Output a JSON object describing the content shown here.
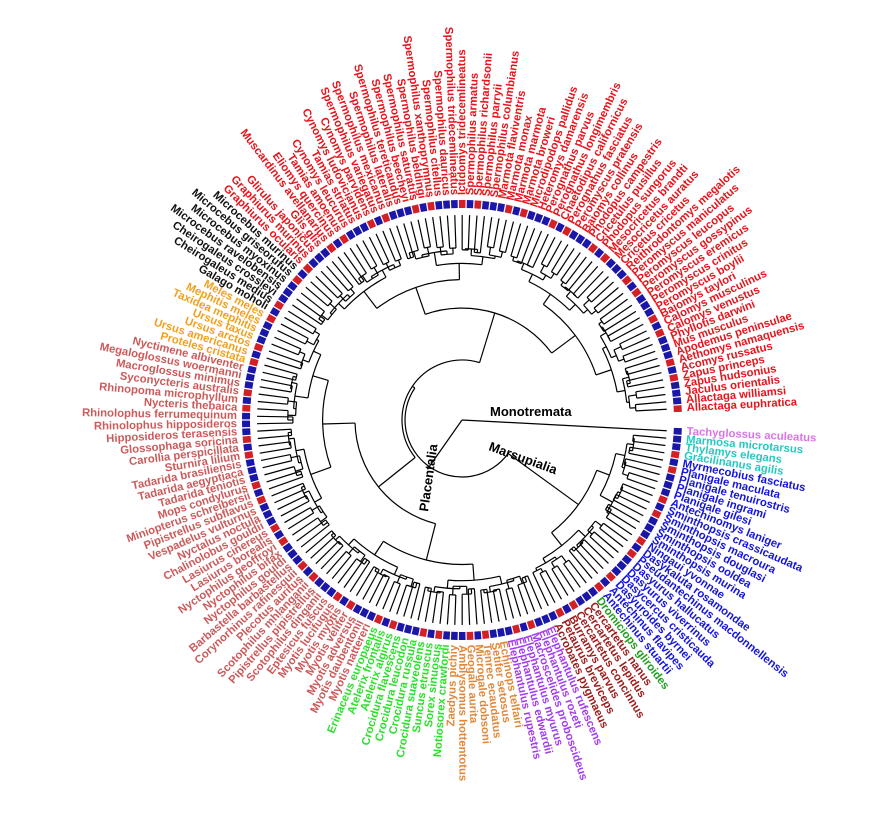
{
  "clades": {
    "monotremata": "Monotremata",
    "marsupialia": "Marsupialia",
    "placentalia": "Placentalia"
  },
  "colors": {
    "rodent": "#e8141c",
    "primate": "#111111",
    "carnivore": "#f2a01c",
    "bat": "#cd5a5a",
    "eulipotyphla": "#2ee02e",
    "afrotheria_a": "#e0893c",
    "afrotheria_b": "#a43cf0",
    "marsupial_a": "#9e1b1b",
    "marsupial_b": "#20a020",
    "dasyurid": "#1414e0",
    "didelphid": "#25c9c0",
    "monotreme": "#d974e6",
    "band_blue": "#1a16a8",
    "band_red": "#d32026"
  },
  "species": [
    {
      "name": "Tachyglossus aculeatus",
      "group": "monotreme"
    },
    {
      "name": "Marmosa microtarsus",
      "group": "didelphid"
    },
    {
      "name": "Thylamys elegans",
      "group": "didelphid"
    },
    {
      "name": "Gracilinanus agilis",
      "group": "didelphid"
    },
    {
      "name": "Myrmecobius fasciatus",
      "group": "dasyurid"
    },
    {
      "name": "Planigale maculata",
      "group": "dasyurid"
    },
    {
      "name": "Planigale tenuirostris",
      "group": "dasyurid"
    },
    {
      "name": "Planigale ingrami",
      "group": "dasyurid"
    },
    {
      "name": "Planigale gilesi",
      "group": "dasyurid"
    },
    {
      "name": "Antechinomys laniger",
      "group": "dasyurid"
    },
    {
      "name": "Sminthopsis crassicaudata",
      "group": "dasyurid"
    },
    {
      "name": "Sminthopsis macroura",
      "group": "dasyurid"
    },
    {
      "name": "Sminthopsis douglasi",
      "group": "dasyurid"
    },
    {
      "name": "Sminthopsis ooldea",
      "group": "dasyurid"
    },
    {
      "name": "Sminthopsis murina",
      "group": "dasyurid"
    },
    {
      "name": "Ningaui yvonnae",
      "group": "dasyurid"
    },
    {
      "name": "Dasykaluta rosamondae",
      "group": "dasyurid"
    },
    {
      "name": "Pseudantechinus macdonnellensis",
      "group": "dasyurid"
    },
    {
      "name": "Dasyurus hallucatus",
      "group": "dasyurid"
    },
    {
      "name": "Dasyurus viverrinus",
      "group": "dasyurid"
    },
    {
      "name": "Dasycercus cristicauda",
      "group": "dasyurid"
    },
    {
      "name": "Dasyuroides byrnei",
      "group": "dasyurid"
    },
    {
      "name": "Antechinus flavipes",
      "group": "dasyurid"
    },
    {
      "name": "Antechinus stuartii",
      "group": "dasyurid"
    },
    {
      "name": "Dromiciops gliroides",
      "group": "marsupial_b"
    },
    {
      "name": "Cercartetus nanus",
      "group": "marsupial_a"
    },
    {
      "name": "Cercartetus lepidus",
      "group": "marsupial_a"
    },
    {
      "name": "Cercartetus concinnus",
      "group": "marsupial_a"
    },
    {
      "name": "Burramys parvus",
      "group": "marsupial_a"
    },
    {
      "name": "Petaurus breviceps",
      "group": "marsupial_a"
    },
    {
      "name": "Acrobates pygmaeus",
      "group": "marsupial_a"
    },
    {
      "name": "Elephantulus rufescens",
      "group": "afrotheria_b"
    },
    {
      "name": "Elephantulus rozeti",
      "group": "afrotheria_b"
    },
    {
      "name": "Macroscelides proboscideus",
      "group": "afrotheria_b"
    },
    {
      "name": "Elephantulus myurus",
      "group": "afrotheria_b"
    },
    {
      "name": "Elephantulus edwardii",
      "group": "afrotheria_b"
    },
    {
      "name": "Elephantulus rupestris",
      "group": "afrotheria_b"
    },
    {
      "name": "Echinops telfairi",
      "group": "afrotheria_a"
    },
    {
      "name": "Setifer setosus",
      "group": "afrotheria_a"
    },
    {
      "name": "Tenrec ecaudatus",
      "group": "afrotheria_a"
    },
    {
      "name": "Microgale dobsoni",
      "group": "afrotheria_a"
    },
    {
      "name": "Geogale aurita",
      "group": "afrotheria_a"
    },
    {
      "name": "Amblysomus hottentotus",
      "group": "afrotheria_a"
    },
    {
      "name": "Zaedyus pichiy",
      "group": "afrotheria_a"
    },
    {
      "name": "Notiosorex crawfordi",
      "group": "eulipotyphla"
    },
    {
      "name": "Sorex sinuosus",
      "group": "eulipotyphla"
    },
    {
      "name": "Suncus etruscus",
      "group": "eulipotyphla"
    },
    {
      "name": "Crocidura suaveolens",
      "group": "eulipotyphla"
    },
    {
      "name": "Crocidura russula",
      "group": "eulipotyphla"
    },
    {
      "name": "Crocidura leucodon",
      "group": "eulipotyphla"
    },
    {
      "name": "Crocidura flavescens",
      "group": "eulipotyphla"
    },
    {
      "name": "Atelerix algirus",
      "group": "eulipotyphla"
    },
    {
      "name": "Atelerix frontalis",
      "group": "eulipotyphla"
    },
    {
      "name": "Erinaceus europaeus",
      "group": "eulipotyphla"
    },
    {
      "name": "Myotis nattereri",
      "group": "bat"
    },
    {
      "name": "Myotis daubentonii",
      "group": "bat"
    },
    {
      "name": "Myotis adversus",
      "group": "bat"
    },
    {
      "name": "Myotis velifer",
      "group": "bat"
    },
    {
      "name": "Myotis myotis",
      "group": "bat"
    },
    {
      "name": "Myotis lucifugus",
      "group": "bat"
    },
    {
      "name": "Eptesicus fuscus",
      "group": "bat"
    },
    {
      "name": "Scotophilus dinganii",
      "group": "bat"
    },
    {
      "name": "Pipistrellus pipistrellus",
      "group": "bat"
    },
    {
      "name": "Scotophilus mhlanganii",
      "group": "bat"
    },
    {
      "name": "Plecotus auritus",
      "group": "bat"
    },
    {
      "name": "Corynorhinus rafinesquii",
      "group": "bat"
    },
    {
      "name": "Barbastella barbastellus",
      "group": "bat"
    },
    {
      "name": "Nyctophilus gouldi",
      "group": "bat"
    },
    {
      "name": "Nyctophilus bifax",
      "group": "bat"
    },
    {
      "name": "Nyctophilus geoffroyi",
      "group": "bat"
    },
    {
      "name": "Lasiurus borealis",
      "group": "bat"
    },
    {
      "name": "Lasiurus cinereus",
      "group": "bat"
    },
    {
      "name": "Chalinolobus gouldii",
      "group": "bat"
    },
    {
      "name": "Nyctalus noctula",
      "group": "bat"
    },
    {
      "name": "Vespadelus vulturnus",
      "group": "bat"
    },
    {
      "name": "Pipistrellus subflavus",
      "group": "bat"
    },
    {
      "name": "Miniopterus schreibersii",
      "group": "bat"
    },
    {
      "name": "Mops condylurus",
      "group": "bat"
    },
    {
      "name": "Tadarida teniotis",
      "group": "bat"
    },
    {
      "name": "Tadarida aegyptiaca",
      "group": "bat"
    },
    {
      "name": "Tadarida brasiliensis",
      "group": "bat"
    },
    {
      "name": "Sturnira lilium",
      "group": "bat"
    },
    {
      "name": "Carollia perspicillata",
      "group": "bat"
    },
    {
      "name": "Glossophaga soricina",
      "group": "bat"
    },
    {
      "name": "Hipposideros terasensis",
      "group": "bat"
    },
    {
      "name": "Rhinolophus hipposideros",
      "group": "bat"
    },
    {
      "name": "Rhinolophus ferrumequinum",
      "group": "bat"
    },
    {
      "name": "Nycteris thebaica",
      "group": "bat"
    },
    {
      "name": "Rhinopoma microphyllum",
      "group": "bat"
    },
    {
      "name": "Syconycteris australis",
      "group": "bat"
    },
    {
      "name": "Macroglossus minimus",
      "group": "bat"
    },
    {
      "name": "Megaloglossus woermanni",
      "group": "bat"
    },
    {
      "name": "Nyctimene albiventer",
      "group": "bat"
    },
    {
      "name": "Proteles cristata",
      "group": "carnivore"
    },
    {
      "name": "Ursus americanus",
      "group": "carnivore"
    },
    {
      "name": "Ursus arctos",
      "group": "carnivore"
    },
    {
      "name": "Ursus taxus",
      "group": "carnivore"
    },
    {
      "name": "Taxidea mephitis",
      "group": "carnivore"
    },
    {
      "name": "Mephitis meles",
      "group": "carnivore"
    },
    {
      "name": "Meles meles",
      "group": "carnivore"
    },
    {
      "name": "Galago moholi",
      "group": "primate"
    },
    {
      "name": "Cheirogaleus medius",
      "group": "primate"
    },
    {
      "name": "Cheirogaleus crossleyi",
      "group": "primate"
    },
    {
      "name": "Microcebus ravelobensis",
      "group": "primate"
    },
    {
      "name": "Microcebus myoxinus",
      "group": "primate"
    },
    {
      "name": "Microcebus griseorufus",
      "group": "primate"
    },
    {
      "name": "Microcebus murinus",
      "group": "primate"
    },
    {
      "name": "Graphiurus ocularis",
      "group": "rodent"
    },
    {
      "name": "Graphiurus murinus",
      "group": "rodent"
    },
    {
      "name": "Glirulus japonicus",
      "group": "rodent"
    },
    {
      "name": "Glis glis",
      "group": "rodent"
    },
    {
      "name": "Muscardinus avellanarius",
      "group": "rodent"
    },
    {
      "name": "Eliomys quercinus",
      "group": "rodent"
    },
    {
      "name": "Tamias amoenus",
      "group": "rodent"
    },
    {
      "name": "Cynomys leucurus",
      "group": "rodent"
    },
    {
      "name": "Tamias striatus",
      "group": "rodent"
    },
    {
      "name": "Cynomys ludovicianus",
      "group": "rodent"
    },
    {
      "name": "Cynomys parvidens",
      "group": "rodent"
    },
    {
      "name": "Spermophilus variegatus",
      "group": "rodent"
    },
    {
      "name": "Spermophilus mexicanus",
      "group": "rodent"
    },
    {
      "name": "Spermophilus lateralis",
      "group": "rodent"
    },
    {
      "name": "Spermophilus tereticaudus",
      "group": "rodent"
    },
    {
      "name": "Spermophilus beecheyi",
      "group": "rodent"
    },
    {
      "name": "Spermophilus saturatus",
      "group": "rodent"
    },
    {
      "name": "Spermophilus beldingi",
      "group": "rodent"
    },
    {
      "name": "Spermophilus xanthoprymnus",
      "group": "rodent"
    },
    {
      "name": "Spermophilus citellus",
      "group": "rodent"
    },
    {
      "name": "Spermophilus dauricus",
      "group": "rodent"
    },
    {
      "name": "Spermophilus tridecemlineatus",
      "group": "rodent"
    },
    {
      "name": "Ictidomys tridecemlineatus",
      "group": "rodent"
    },
    {
      "name": "Spermophilus armatus",
      "group": "rodent"
    },
    {
      "name": "Spermophilus richardsonii",
      "group": "rodent"
    },
    {
      "name": "Spermophilus parryii",
      "group": "rodent"
    },
    {
      "name": "Spermophilus columbianus",
      "group": "rodent"
    },
    {
      "name": "Marmota flaviventris",
      "group": "rodent"
    },
    {
      "name": "Marmota monax",
      "group": "rodent"
    },
    {
      "name": "Marmota marmota",
      "group": "rodent"
    },
    {
      "name": "Marmota broweri",
      "group": "rodent"
    },
    {
      "name": "Microdipodops pallidus",
      "group": "rodent"
    },
    {
      "name": "Heteromys damarensis",
      "group": "rodent"
    },
    {
      "name": "Perognathus parvus",
      "group": "rodent"
    },
    {
      "name": "Perognathus longimembris",
      "group": "rodent"
    },
    {
      "name": "Chaetodipus californicus",
      "group": "rodent"
    },
    {
      "name": "Perognathus fasciatus",
      "group": "rodent"
    },
    {
      "name": "Peromyscus pratensis",
      "group": "rodent"
    },
    {
      "name": "Baiomys collinus",
      "group": "rodent"
    },
    {
      "name": "Phodopus campestris",
      "group": "rodent"
    },
    {
      "name": "Cricetulus pusillus",
      "group": "rodent"
    },
    {
      "name": "Phodopus sungorus",
      "group": "rodent"
    },
    {
      "name": "Mesocricetus brandti",
      "group": "rodent"
    },
    {
      "name": "Mesocricetus auratus",
      "group": "rodent"
    },
    {
      "name": "Cricetus cricetus",
      "group": "rodent"
    },
    {
      "name": "Reithrodontomys megalotis",
      "group": "rodent"
    },
    {
      "name": "Peromyscus maniculatus",
      "group": "rodent"
    },
    {
      "name": "Peromyscus leucopus",
      "group": "rodent"
    },
    {
      "name": "Peromyscus gossypinus",
      "group": "rodent"
    },
    {
      "name": "Peromyscus eremicus",
      "group": "rodent"
    },
    {
      "name": "Peromyscus crinitus",
      "group": "rodent"
    },
    {
      "name": "Peromyscus boylii",
      "group": "rodent"
    },
    {
      "name": "Baiomys taylori",
      "group": "rodent"
    },
    {
      "name": "Calomys musculinus",
      "group": "rodent"
    },
    {
      "name": "Calomys venustus",
      "group": "rodent"
    },
    {
      "name": "Phyllotis darwini",
      "group": "rodent"
    },
    {
      "name": "Mus musculus",
      "group": "rodent"
    },
    {
      "name": "Apodemus peninsulae",
      "group": "rodent"
    },
    {
      "name": "Aethomys namaquensis",
      "group": "rodent"
    },
    {
      "name": "Acomys russatus",
      "group": "rodent"
    },
    {
      "name": "Zapus princeps",
      "group": "rodent"
    },
    {
      "name": "Zapus hudsonius",
      "group": "rodent"
    },
    {
      "name": "Jaculus orientalis",
      "group": "rodent"
    },
    {
      "name": "Allactaga williamsi",
      "group": "rodent"
    },
    {
      "name": "Allactaga euphratica",
      "group": "rodent"
    }
  ]
}
